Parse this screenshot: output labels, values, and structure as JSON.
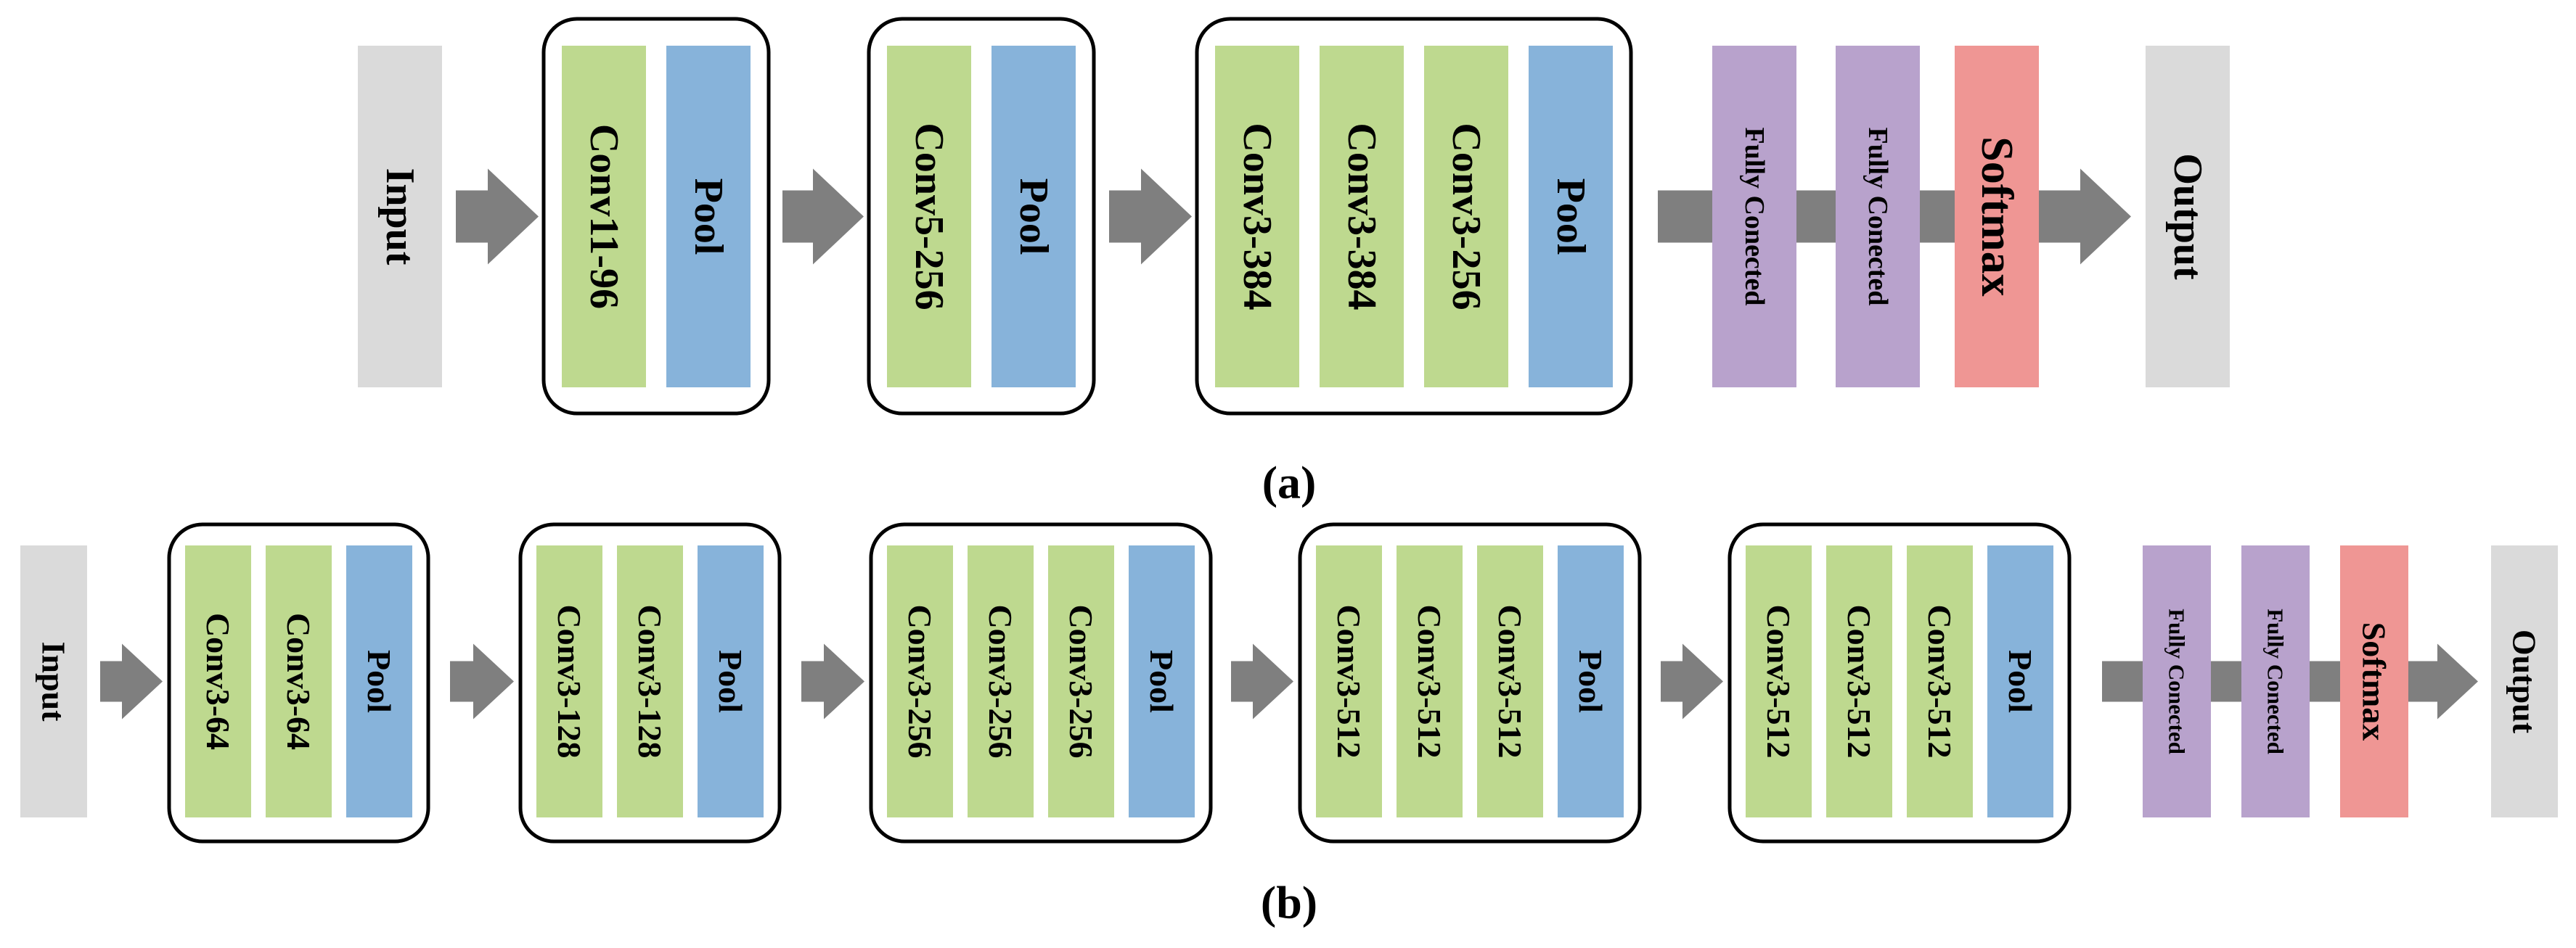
{
  "colors": {
    "input_output": "#dadada",
    "conv": "#bed98f",
    "pool": "#87b3da",
    "fully_connected": "#b8a2cc",
    "softmax": "#ef9694",
    "arrow": "#7f7f7f",
    "group_border": "#000000"
  },
  "diagram_a": {
    "caption": "(a)",
    "input": "Input",
    "output": "Output",
    "groups": [
      [
        {
          "kind": "conv",
          "label": "Conv11-96"
        },
        {
          "kind": "pool",
          "label": "Pool"
        }
      ],
      [
        {
          "kind": "conv",
          "label": "Conv5-256"
        },
        {
          "kind": "pool",
          "label": "Pool"
        }
      ],
      [
        {
          "kind": "conv",
          "label": "Conv3-384"
        },
        {
          "kind": "conv",
          "label": "Conv3-384"
        },
        {
          "kind": "conv",
          "label": "Conv3-256"
        },
        {
          "kind": "pool",
          "label": "Pool"
        }
      ]
    ],
    "head": [
      {
        "kind": "fully_connected",
        "label": "Fully Conected"
      },
      {
        "kind": "fully_connected",
        "label": "Fully Conected"
      },
      {
        "kind": "softmax",
        "label": "Softmax"
      }
    ]
  },
  "diagram_b": {
    "caption": "(b)",
    "input": "Input",
    "output": "Output",
    "groups": [
      [
        {
          "kind": "conv",
          "label": "Conv3-64"
        },
        {
          "kind": "conv",
          "label": "Conv3-64"
        },
        {
          "kind": "pool",
          "label": "Pool"
        }
      ],
      [
        {
          "kind": "conv",
          "label": "Conv3-128"
        },
        {
          "kind": "conv",
          "label": "Conv3-128"
        },
        {
          "kind": "pool",
          "label": "Pool"
        }
      ],
      [
        {
          "kind": "conv",
          "label": "Conv3-256"
        },
        {
          "kind": "conv",
          "label": "Conv3-256"
        },
        {
          "kind": "conv",
          "label": "Conv3-256"
        },
        {
          "kind": "pool",
          "label": "Pool"
        }
      ],
      [
        {
          "kind": "conv",
          "label": "Conv3-512"
        },
        {
          "kind": "conv",
          "label": "Conv3-512"
        },
        {
          "kind": "conv",
          "label": "Conv3-512"
        },
        {
          "kind": "pool",
          "label": "Pool"
        }
      ],
      [
        {
          "kind": "conv",
          "label": "Conv3-512"
        },
        {
          "kind": "conv",
          "label": "Conv3-512"
        },
        {
          "kind": "conv",
          "label": "Conv3-512"
        },
        {
          "kind": "pool",
          "label": "Pool"
        }
      ]
    ],
    "head": [
      {
        "kind": "fully_connected",
        "label": "Fully Conected"
      },
      {
        "kind": "fully_connected",
        "label": "Fully Conected"
      },
      {
        "kind": "softmax",
        "label": "Softmax"
      }
    ]
  }
}
